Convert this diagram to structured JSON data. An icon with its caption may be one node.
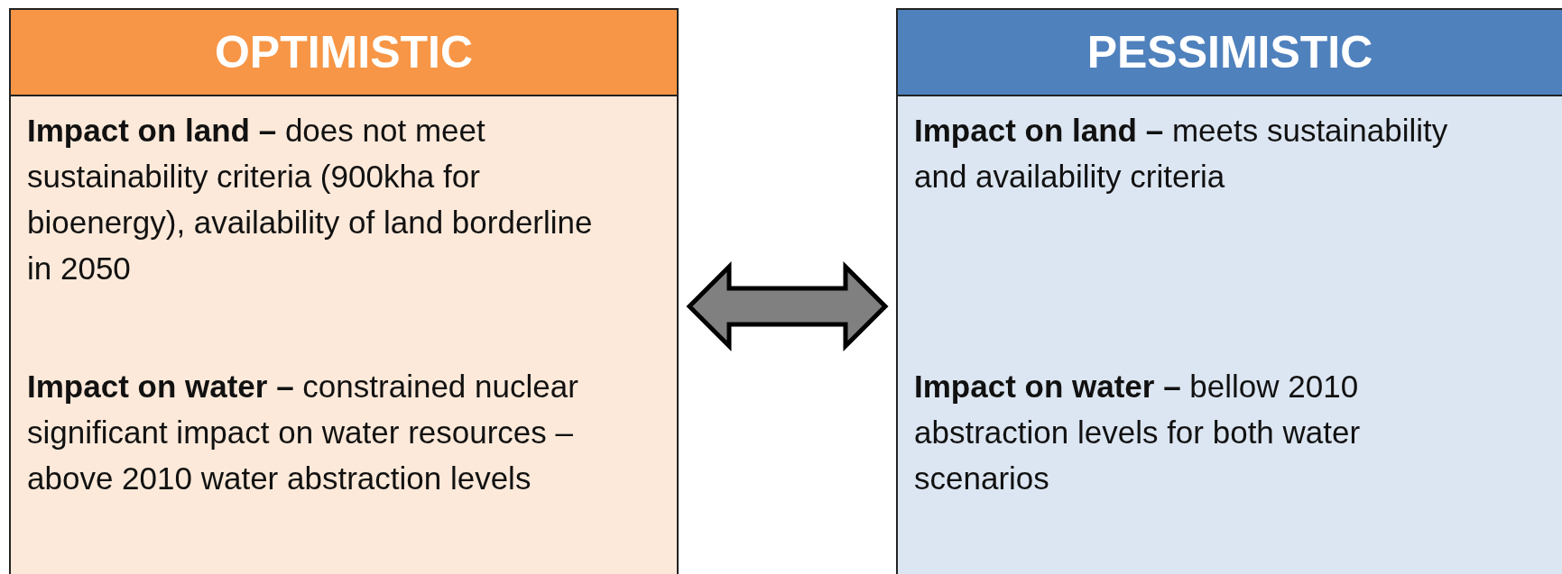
{
  "diagram": {
    "nodes": [
      {
        "text": [
          "OPTIMISTIC",
          "**Impact on land –** does not meet sustainability criteria (900kha for bioenergy), availability of land borderline in 2050",
          "**Impact on water –** constrained nuclear significant impact on water resources – above 2010 water abstraction levels"
        ]
      },
      {
        "text": [
          "PESSIMISTIC",
          "**Impact on land –** meets sustainability and availability criteria",
          "**Impact on water –** bellow 2010 abstraction levels for both water scenarios"
        ]
      }
    ],
    "edges": [
      {
        "from": 0,
        "to": 1,
        "arrow": "both"
      }
    ]
  }
}
